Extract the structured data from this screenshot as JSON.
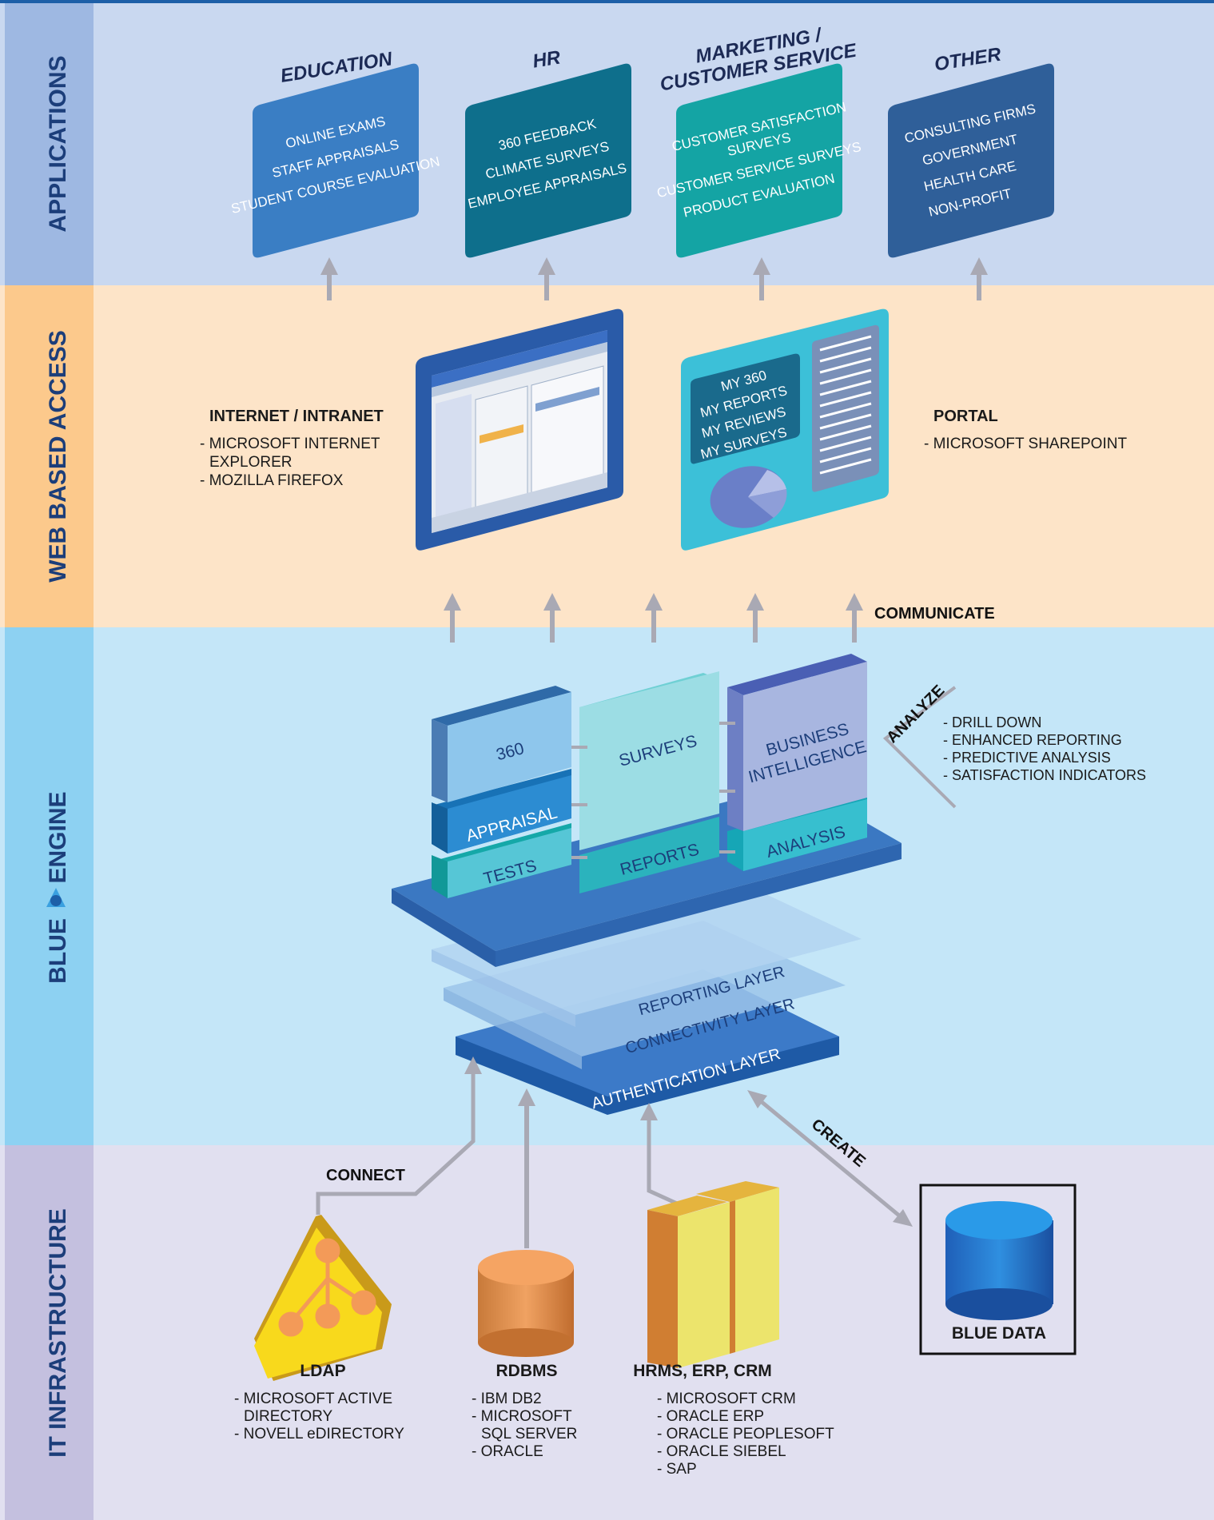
{
  "bands": {
    "applications": "APPLICATIONS",
    "web": "WEB BASED ACCESS",
    "engine_left": "BLUE",
    "engine_right": "ENGINE",
    "infra": "IT INFRASTRUCTURE"
  },
  "applications": [
    {
      "title": "EDUCATION",
      "items": [
        "ONLINE EXAMS",
        "STAFF APPRAISALS",
        "STUDENT COURSE EVALUATION"
      ],
      "color": "#3a7ec4"
    },
    {
      "title": "HR",
      "items": [
        "360 FEEDBACK",
        "CLIMATE SURVEYS",
        "EMPLOYEE APPRAISALS"
      ],
      "color": "#0e6f8c"
    },
    {
      "title_line1": "MARKETING /",
      "title_line2": "CUSTOMER SERVICE",
      "items": [
        "CUSTOMER SATISFACTION",
        "SURVEYS",
        "CUSTOMER SERVICE SURVEYS",
        "PRODUCT EVALUATION"
      ],
      "color": "#14a4a4"
    },
    {
      "title": "OTHER",
      "items": [
        "CONSULTING FIRMS",
        "GOVERNMENT",
        "HEALTH CARE",
        "NON-PROFIT"
      ],
      "color": "#2f5f99"
    }
  ],
  "web": {
    "internet_title": "INTERNET / INTRANET",
    "internet_items": [
      "- MICROSOFT INTERNET",
      "EXPLORER",
      "- MOZILLA FIREFOX"
    ],
    "portal_title": "PORTAL",
    "portal_items": [
      "- MICROSOFT SHAREPOINT"
    ],
    "portal_screen": [
      "MY 360",
      "MY REPORTS",
      "MY REVIEWS",
      "MY SURVEYS"
    ],
    "communicate": "COMMUNICATE"
  },
  "engine": {
    "blocks": {
      "b360": "360",
      "appraisal": "APPRAISAL",
      "tests": "TESTS",
      "surveys": "SURVEYS",
      "reports": "REPORTS",
      "bi_line1": "BUSINESS",
      "bi_line2": "INTELLIGENCE",
      "analysis": "ANALYSIS"
    },
    "layers": {
      "reporting": "REPORTING LAYER",
      "connectivity": "CONNECTIVITY LAYER",
      "authentication": "AUTHENTICATION LAYER"
    },
    "analyze": "ANALYZE",
    "analyze_items": [
      "- DRILL DOWN",
      "- ENHANCED REPORTING",
      "- PREDICTIVE ANALYSIS",
      "- SATISFACTION INDICATORS"
    ]
  },
  "infra": {
    "connect": "CONNECT",
    "create": "CREATE",
    "ldap_title": "LDAP",
    "ldap_items": [
      "- MICROSOFT ACTIVE",
      "DIRECTORY",
      "- NOVELL eDIRECTORY"
    ],
    "rdbms_title": "RDBMS",
    "rdbms_items": [
      "- IBM DB2",
      "- MICROSOFT",
      "SQL SERVER",
      "- ORACLE"
    ],
    "hrms_title": "HRMS, ERP, CRM",
    "hrms_items": [
      "- MICROSOFT CRM",
      "- ORACLE ERP",
      "- ORACLE PEOPLESOFT",
      "- ORACLE SIEBEL",
      "- SAP"
    ],
    "blue_data": "BLUE DATA"
  }
}
